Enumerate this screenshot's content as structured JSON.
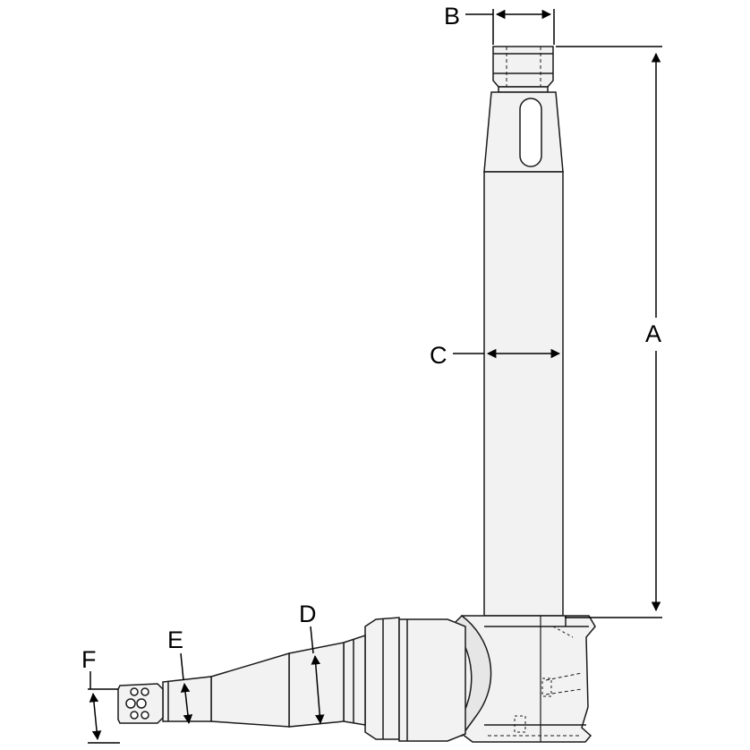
{
  "labels": {
    "a": "A",
    "b": "B",
    "c": "C",
    "d": "D",
    "e": "E",
    "f": "F"
  },
  "colors": {
    "line": "#1a1a1a",
    "fill_light": "#f2f2f2",
    "fill_mid": "#e6e6e6",
    "background": "#ffffff"
  }
}
